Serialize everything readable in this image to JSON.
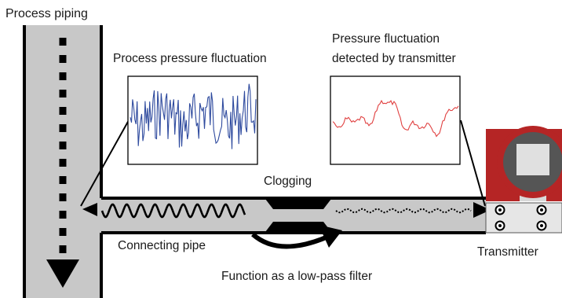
{
  "labels": {
    "process_piping": "Process piping",
    "process_pressure": "Process pressure fluctuation",
    "detected_line1": "Pressure fluctuation",
    "detected_line2": "detected by transmitter",
    "clogging": "Clogging",
    "connecting_pipe": "Connecting pipe",
    "transmitter": "Transmitter",
    "low_pass": "Function as a low-pass filter"
  },
  "colors": {
    "pipe_fill": "#c8c8c8",
    "outline": "#000000",
    "raw_signal": "#2e4a9e",
    "filtered_signal": "#e04040",
    "transmitter_body": "#b52525",
    "transmitter_face": "#e0e0e0",
    "transmitter_bezel": "#555555"
  },
  "icons": [
    "down-arrow-icon",
    "right-arrow-icon",
    "curved-arrow-icon",
    "bolt-icon"
  ]
}
